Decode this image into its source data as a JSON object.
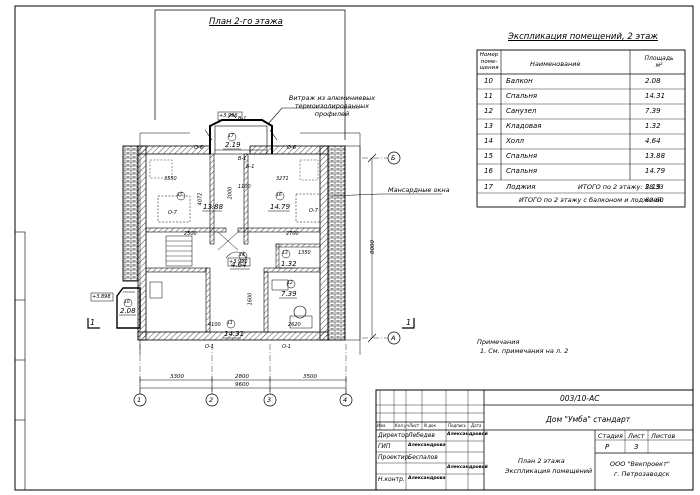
{
  "plan_title": "План 2-го этажа",
  "glazing_note": "Витраж из алюминиевых термоизолированных профилей",
  "mansard_note": "Мансардные окна",
  "explication": {
    "title": "Экспликация помещений, 2 этаж",
    "col_num": "Номер поме- щения",
    "col_num_lines": [
      "Номер",
      "поме-",
      "щения"
    ],
    "col_name": "Наименование",
    "col_area": "Площадь м²",
    "col_area_lines": [
      "Площадь",
      "м²"
    ],
    "rows": [
      {
        "num": "10",
        "name": "Балкон",
        "area": "2.08"
      },
      {
        "num": "11",
        "name": "Спальня",
        "area": "14.31"
      },
      {
        "num": "12",
        "name": "Санузел",
        "area": "7.39"
      },
      {
        "num": "13",
        "name": "Кладовая",
        "area": "1.32"
      },
      {
        "num": "14",
        "name": "Холл",
        "area": "4.64"
      },
      {
        "num": "15",
        "name": "Спальня",
        "area": "13.88"
      },
      {
        "num": "16",
        "name": "Спальня",
        "area": "14.79"
      },
      {
        "num": "17",
        "name": "Лоджия",
        "area": "2.19"
      }
    ],
    "total": "ИТОГО по 2 этажу:",
    "total_value": "58.33",
    "total_with": "ИТОГО по 2 этажу с балконом и лоджией:",
    "total_with_value": "60.60"
  },
  "notes": {
    "heading": "Примечания",
    "item": "1.   См. примечания на л. 2"
  },
  "room_areas": [
    "2.19",
    "13.88",
    "14.79",
    "4.64",
    "1.32",
    "7.39",
    "2.08",
    "14.31"
  ],
  "room_numbers": [
    "17",
    "15",
    "16",
    "14",
    "13",
    "12",
    "10",
    "11"
  ],
  "level_marks": [
    "+3.996",
    "+3.996",
    "+3.898"
  ],
  "dims_bottom": [
    "3300",
    "2800",
    "3500"
  ],
  "dims_total": "9600",
  "dim_side": "8000",
  "axes_numbers": [
    "1",
    "2",
    "3",
    "4"
  ],
  "axes_letters": [
    "Б",
    "А"
  ],
  "section_mark": "1",
  "interior_dims": [
    "3550",
    "3271",
    "2500",
    "2700",
    "4072",
    "1350",
    "1100",
    "2000",
    "4100",
    "1600",
    "2620"
  ],
  "window_marks": [
    "О-6",
    "О-6",
    "О-7",
    "О-7",
    "О-1",
    "О-1",
    "В-1",
    "В-1",
    "Б-1"
  ],
  "stamp": {
    "code": "003/10-АС",
    "project": "Дом \"Умба\" стандарт",
    "head_cols": [
      "Изм.",
      "Кол.уч",
      "Лист",
      "N док",
      "Подпись",
      "Дата"
    ],
    "roles": [
      {
        "role": "Директор",
        "name": "Лебедев",
        "sign": "Александровой"
      },
      {
        "role": "ГИП",
        "name": "Александрова",
        "sign": ""
      },
      {
        "role": "Проектир.",
        "name": "Беспалов",
        "sign": "Александровой"
      },
      {
        "role": "Н.контр.",
        "name": "Александрова",
        "sign": ""
      }
    ],
    "stage_label": "Стадия",
    "sheet_label": "Лист",
    "sheets_label": "Листов",
    "stage": "Р",
    "sheet": "3",
    "sheets": "",
    "title1": "План 2 этажа",
    "title2": "Экспликация помещений",
    "org1": "ООО \"Векпроект\"",
    "org2": "г. Петрозаводск"
  }
}
